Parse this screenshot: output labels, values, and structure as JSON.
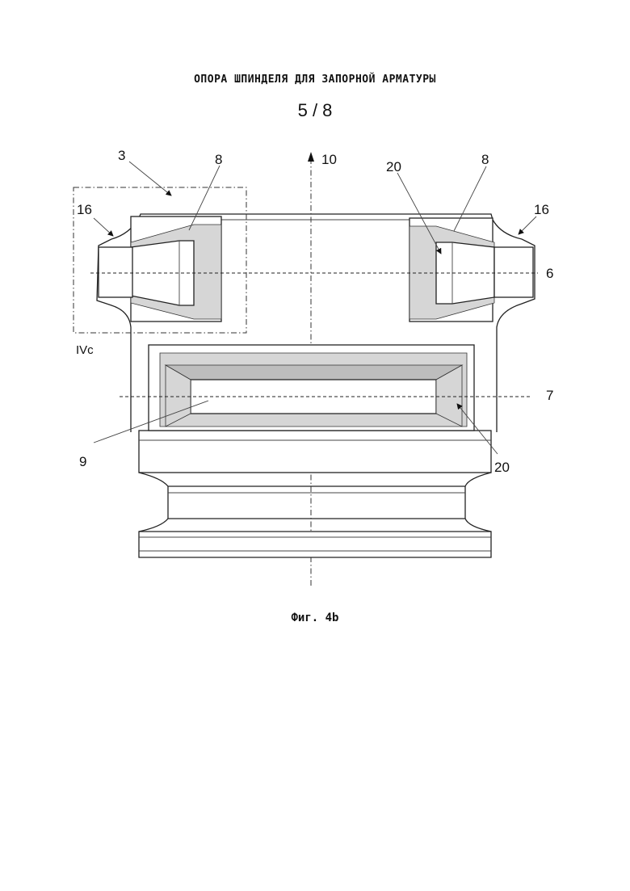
{
  "header": {
    "title": "ОПОРА ШПИНДЕЛЯ ДЛЯ ЗАПОРНОЙ АРМАТУРЫ",
    "sheet": "5 / 8"
  },
  "figure": {
    "caption": "Фиг. 4b",
    "labels": {
      "ref_3": "3",
      "ref_8_left": "8",
      "ref_8_right": "8",
      "ref_10": "10",
      "ref_16_left": "16",
      "ref_16_right": "16",
      "ref_20_top": "20",
      "ref_20_bottom": "20",
      "ref_6": "6",
      "ref_7": "7",
      "ref_9": "9",
      "detail_ivc": "IVc"
    }
  }
}
